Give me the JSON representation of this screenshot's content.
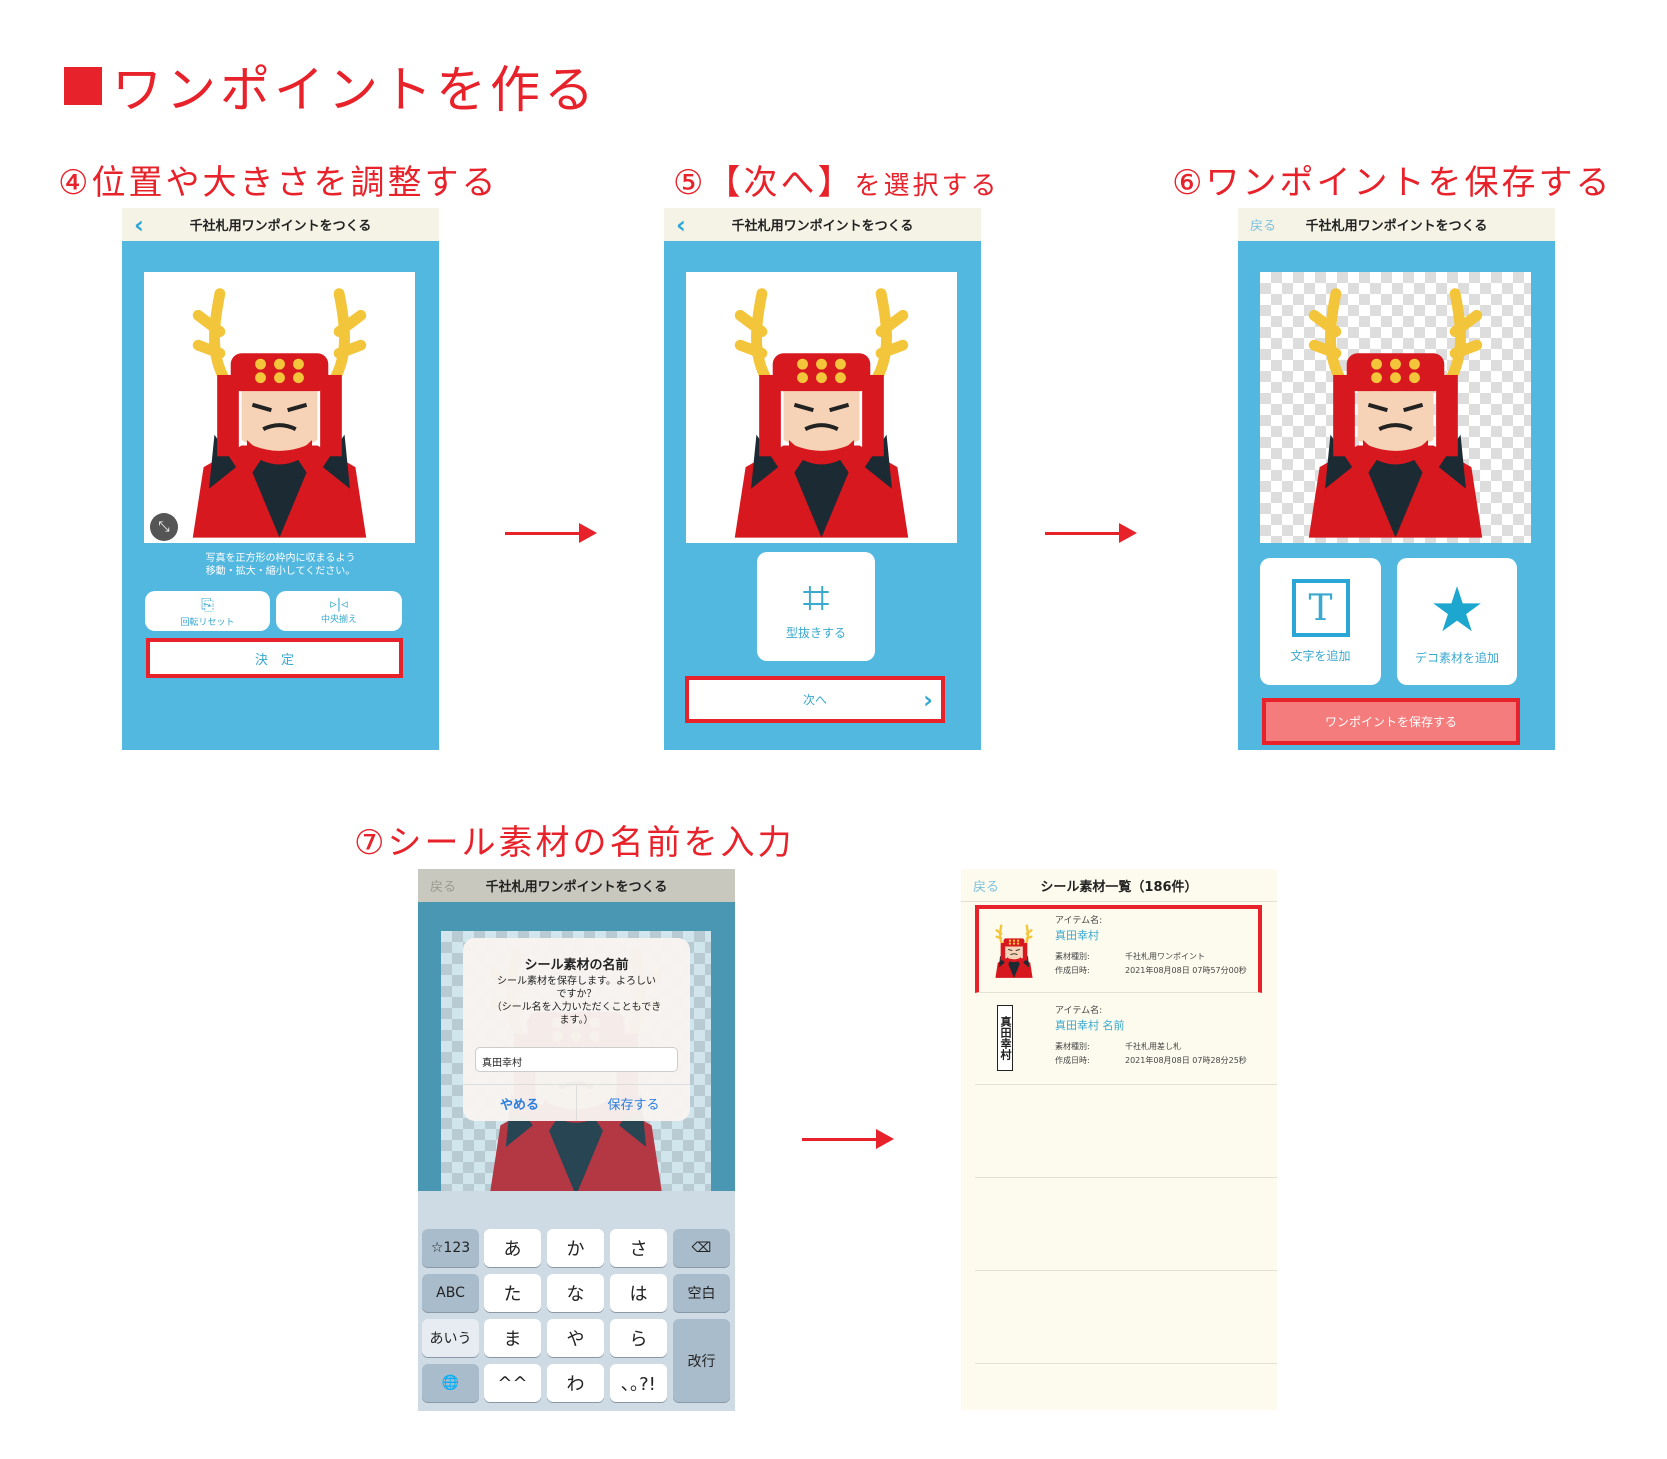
{
  "title": "ワンポイントを作る",
  "steps": {
    "s4": "④位置や大きさを調整する",
    "s5_a": "⑤【次へ】",
    "s5_b": "を選択する",
    "s6": "⑥ワンポイントを保存する",
    "s7": "⑦シール素材の名前を入力"
  },
  "app_title": "千社札用ワンポイントをつくる",
  "back": "戻る",
  "phone1": {
    "instruction_1": "写真を正方形の枠内に収まるよう",
    "instruction_2": "移動・拡大・縮小してください。",
    "rotate_reset": "回転リセット",
    "center_align": "中央揃え",
    "decide": "決　定"
  },
  "phone2": {
    "crop": "型抜きする",
    "next": "次へ"
  },
  "phone3": {
    "add_text": "文字を追加",
    "add_deco": "デコ素材を追加",
    "save": "ワンポイントを保存する"
  },
  "dialog": {
    "title": "シール素材の名前",
    "message_1": "シール素材を保存します。よろしい",
    "message_2": "ですか？",
    "message_3": "（シール名を入力いただくこともでき",
    "message_4": "ます。）",
    "input_value": "真田幸村",
    "cancel": "やめる",
    "save": "保存する"
  },
  "keyboard": {
    "rows": [
      [
        "☆123",
        "あ",
        "か",
        "さ",
        "⌫"
      ],
      [
        "ABC",
        "た",
        "な",
        "は",
        "空白"
      ],
      [
        "あいう",
        "ま",
        "や",
        "ら",
        "改行"
      ],
      [
        "🌐",
        "^^",
        "わ",
        "､｡?!"
      ]
    ]
  },
  "list": {
    "title": "シール素材一覧（186件）",
    "items": [
      {
        "name_label": "アイテム名:",
        "name": "真田幸村",
        "type_label": "素材種別:",
        "type": "千社札用ワンポイント",
        "date_label": "作成日時:",
        "date": "2021年08月08日 07時57分00秒"
      },
      {
        "name_label": "アイテム名:",
        "name": "真田幸村 名前",
        "type_label": "素材種別:",
        "type": "千社札用差し札",
        "date_label": "作成日時:",
        "date": "2021年08月08日 07時28分25秒",
        "thumb_text": "真田幸村"
      }
    ]
  },
  "colors": {
    "accent_red": "#e8222a",
    "app_blue": "#52b8e0",
    "icon_blue": "#2aa7d6",
    "save_pink": "#f47c7c"
  }
}
